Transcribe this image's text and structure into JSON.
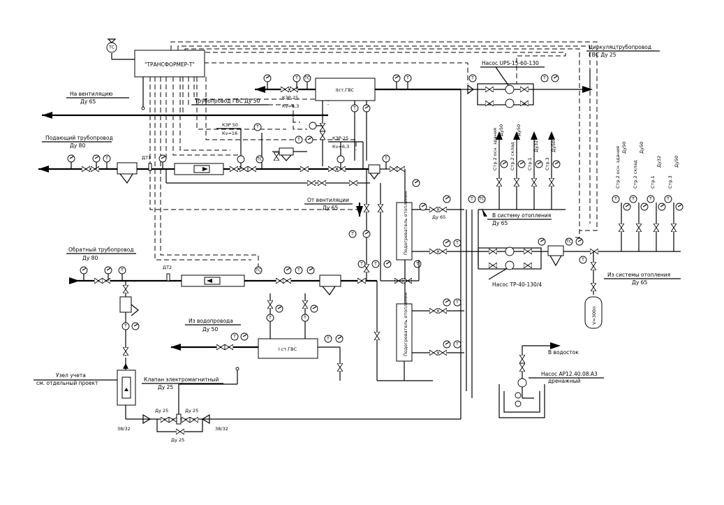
{
  "controller": {
    "label": "\"ТРАНСФОРМЕР-Т\"",
    "sensor_tag": "ТС"
  },
  "equipment": {
    "dhw_heater_2": "IIст.ГВС",
    "dhw_heater_1": "I ст.ГВС",
    "heating_heater_top": "Подогреватель отопления",
    "heating_heater_bottom": "Подогреватель отопления",
    "expansion_tank": "V=300л"
  },
  "instruments": {
    "temperature": "Т",
    "pressure": "",
    "flow_sensor": "ТС",
    "dt1": "ДТ1",
    "dt2": "ДТ2"
  },
  "labels": {
    "to_ventilation": "На вентиляцию",
    "to_ventilation_size": "Ду 65",
    "supply_pipeline": "Подающий трубопровод",
    "supply_size": "Ду 80",
    "return_pipeline": "Обратный трубопровод",
    "return_size": "Ду 80",
    "dhw_pipeline": "Трубопровод ГВС Ду 50",
    "kzr50": "КЗР 50",
    "kv16": "Кv=16",
    "kzr25_top": "КЗР-25",
    "kv63_top": "Кv=6,3",
    "kzr25_mid": "КЗР-25",
    "kv63_mid": "Кv=6,3",
    "from_ventilation": "От вентиляции",
    "from_ventilation_size": "Ду 65",
    "from_water_main": "Из водопровода",
    "from_water_main_size": "Ду 50",
    "meter_unit": "Узел учета",
    "meter_unit_2": "см. отдельный проект",
    "solenoid_valve": "Клапан электромагнитный",
    "solenoid_size": "Ду 25",
    "du25_a": "Ду 25",
    "du25_b": "Ду 25",
    "du25_c": "Ду 25",
    "size_38_32_left": "38/32",
    "size_38_32_right": "38/32",
    "circ_pipeline": "Циркуляцтрубопровод",
    "circ_pipeline_2": "ГВС Ду 25",
    "pump_ups": "Насос UPS-15-60-130",
    "to_heating_system": "В систему отопления",
    "to_heating_size": "Ду 65",
    "from_heating_system": "Из системы отопления",
    "from_heating_size": "Ду 65",
    "pump_tp": "Насос ТР-40-130/4",
    "to_drain": "В водосток",
    "drain_pump": "Насос АР12.40.08.А3",
    "drain_pump_2": "дренажный",
    "du65_a": "Ду 65",
    "du65_b": "Ду 65"
  },
  "branches_top": [
    {
      "name": "Стр.2 осн. здания",
      "size": "Ду50"
    },
    {
      "name": "Стр.2 склад",
      "size": "Ду50"
    },
    {
      "name": "Стр.1",
      "size": "Ду32"
    },
    {
      "name": "Стр.3",
      "size": "Ду50"
    }
  ],
  "branches_right": [
    {
      "name": "Стр.2 осн. здания",
      "size": "Ду50"
    },
    {
      "name": "Стр.2 склад",
      "size": "Ду50"
    },
    {
      "name": "Стр.1",
      "size": "Ду32"
    },
    {
      "name": "Стр.3",
      "size": "Ду50"
    }
  ]
}
